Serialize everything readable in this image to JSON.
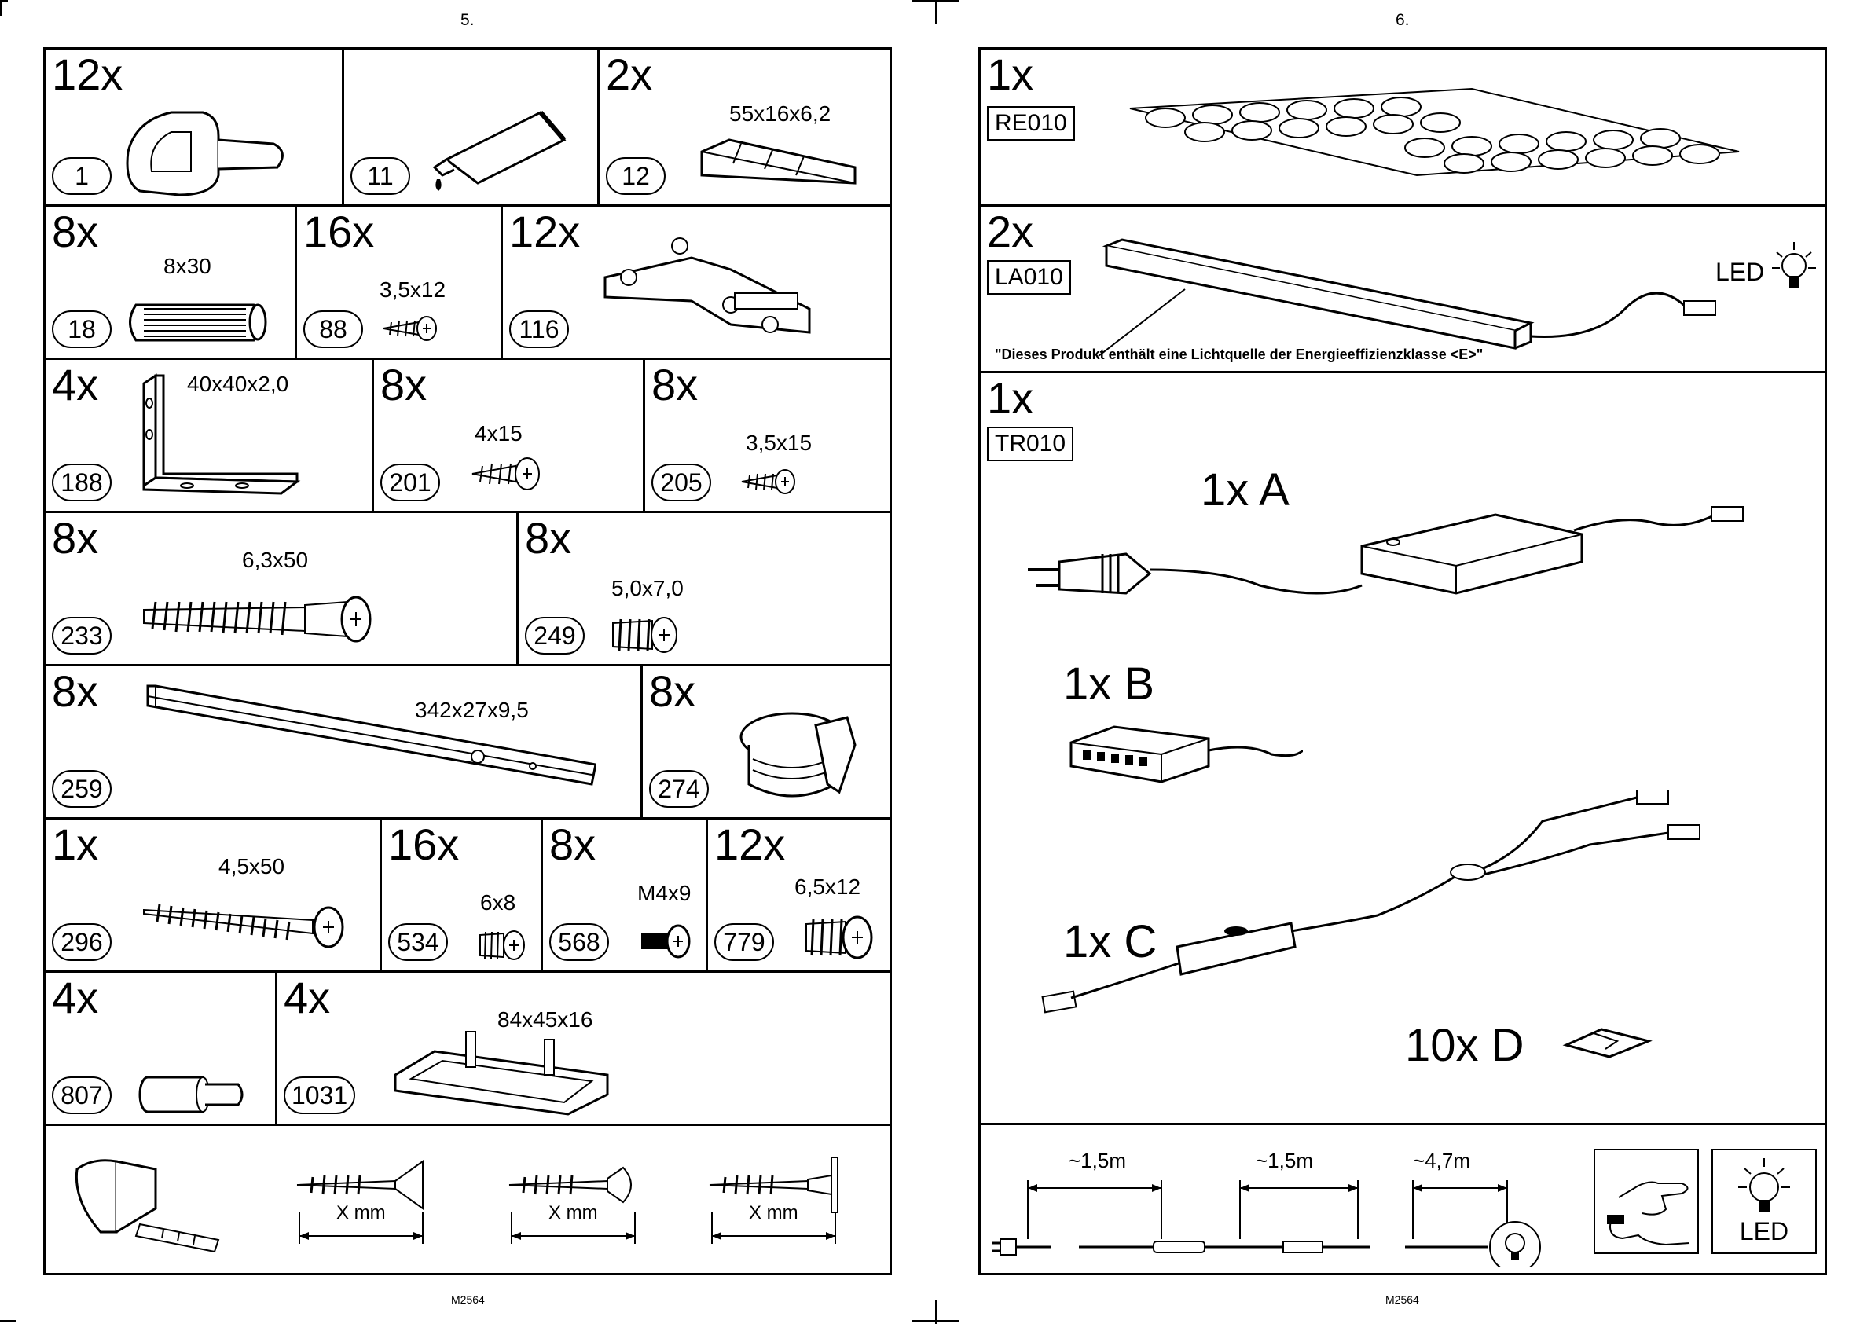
{
  "left_page": {
    "page_number": "5.",
    "footer": "M2564",
    "parts": [
      {
        "qty": "12x",
        "num": "1",
        "dim": ""
      },
      {
        "qty": "",
        "num": "11",
        "dim": ""
      },
      {
        "qty": "2x",
        "num": "12",
        "dim": "55x16x6,2"
      },
      {
        "qty": "8x",
        "num": "18",
        "dim": "8x30"
      },
      {
        "qty": "16x",
        "num": "88",
        "dim": "3,5x12"
      },
      {
        "qty": "12x",
        "num": "116",
        "dim": ""
      },
      {
        "qty": "4x",
        "num": "188",
        "dim": "40x40x2,0"
      },
      {
        "qty": "8x",
        "num": "201",
        "dim": "4x15"
      },
      {
        "qty": "8x",
        "num": "205",
        "dim": "3,5x15"
      },
      {
        "qty": "8x",
        "num": "233",
        "dim": "6,3x50"
      },
      {
        "qty": "8x",
        "num": "249",
        "dim": "5,0x7,0"
      },
      {
        "qty": "8x",
        "num": "259",
        "dim": "342x27x9,5"
      },
      {
        "qty": "8x",
        "num": "274",
        "dim": ""
      },
      {
        "qty": "1x",
        "num": "296",
        "dim": "4,5x50"
      },
      {
        "qty": "16x",
        "num": "534",
        "dim": "6x8"
      },
      {
        "qty": "8x",
        "num": "568",
        "dim": "M4x9"
      },
      {
        "qty": "12x",
        "num": "779",
        "dim": "6,5x12"
      },
      {
        "qty": "4x",
        "num": "807",
        "dim": ""
      },
      {
        "qty": "4x",
        "num": "1031",
        "dim": "84x45x16"
      }
    ],
    "measure_label": "X mm"
  },
  "right_page": {
    "page_number": "6.",
    "footer": "M2564",
    "re010": {
      "qty": "1x",
      "code": "RE010"
    },
    "la010": {
      "qty": "2x",
      "code": "LA010",
      "led": "LED",
      "note": "\"Dieses Produkt enthält eine Lichtquelle der Energieeffizienzklasse <E>\""
    },
    "tr010": {
      "qty": "1x",
      "code": "TR010",
      "items": [
        {
          "label": "1x  A"
        },
        {
          "label": "1x  B"
        },
        {
          "label": "1x  C"
        },
        {
          "label": "10x  D"
        }
      ]
    },
    "cables": {
      "len1": "~1,5m",
      "len2": "~1,5m",
      "len3": "~4,7m",
      "led": "LED"
    }
  }
}
